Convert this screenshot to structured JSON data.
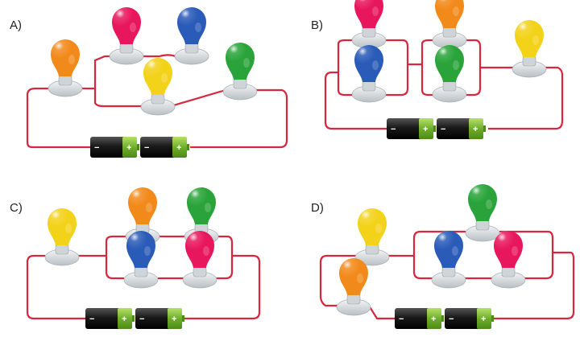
{
  "colors": {
    "wire": "#d7263d",
    "red": "#e8175d",
    "blue": "#2a5bb8",
    "yellow": "#f3d21a",
    "green": "#2aa43a",
    "orange": "#f28a1b",
    "battery_body": "#222222",
    "battery_cap": "#79b92f",
    "base": "#dfe3e6"
  },
  "battery_signs": {
    "minus": "−",
    "plus": "+"
  },
  "panels": [
    {
      "label": "A)",
      "bulbs": [
        {
          "color": "orange"
        },
        {
          "color": "red"
        },
        {
          "color": "blue"
        },
        {
          "color": "yellow"
        },
        {
          "color": "green"
        }
      ]
    },
    {
      "label": "B)",
      "bulbs": [
        {
          "color": "red"
        },
        {
          "color": "orange"
        },
        {
          "color": "yellow"
        },
        {
          "color": "blue"
        },
        {
          "color": "green"
        }
      ]
    },
    {
      "label": "C)",
      "bulbs": [
        {
          "color": "yellow"
        },
        {
          "color": "orange"
        },
        {
          "color": "green"
        },
        {
          "color": "blue"
        },
        {
          "color": "red"
        }
      ]
    },
    {
      "label": "D)",
      "bulbs": [
        {
          "color": "yellow"
        },
        {
          "color": "green"
        },
        {
          "color": "blue"
        },
        {
          "color": "red"
        },
        {
          "color": "orange"
        }
      ]
    }
  ]
}
